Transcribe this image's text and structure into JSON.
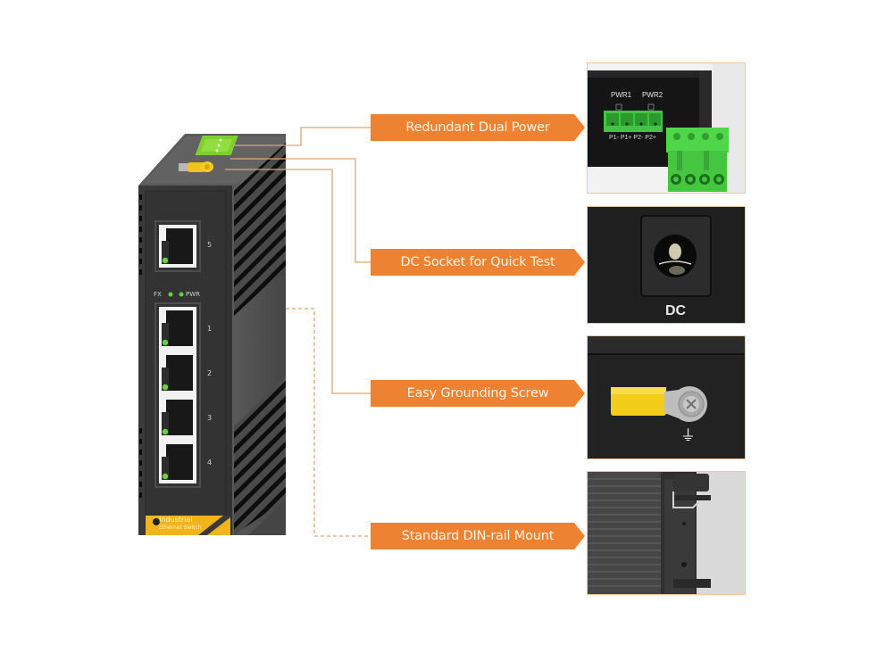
{
  "device": {
    "name": "Industrial Ethernet Switch",
    "brand_line1": "Industrial",
    "brand_line2": "Ethernet Switch",
    "led_labels": [
      "FX",
      "PWR"
    ],
    "ports": [
      {
        "label": "5"
      },
      {
        "label": "1"
      },
      {
        "label": "2"
      },
      {
        "label": "3"
      },
      {
        "label": "4"
      }
    ]
  },
  "callouts": [
    {
      "label": "Redundant Dual Power"
    },
    {
      "label": "DC Socket for Quick Test"
    },
    {
      "label": "Easy Grounding Screw"
    },
    {
      "label": "Standard DIN-rail Mount"
    }
  ],
  "panels": {
    "dual_power": {
      "pwr1": "PWR1",
      "pwr2": "PWR2",
      "terminals": "P1- P1+ P2- P2+"
    },
    "dc_socket": {
      "label": "DC"
    },
    "grounding": {
      "symbol": "⏚"
    },
    "din_rail": {}
  },
  "colors": {
    "accent": "#ee8233",
    "leader_line": "#d9a878",
    "terminal_green": "#4fd64a",
    "device_body": "#3b3b3b",
    "led_green": "#6ccf3f"
  }
}
